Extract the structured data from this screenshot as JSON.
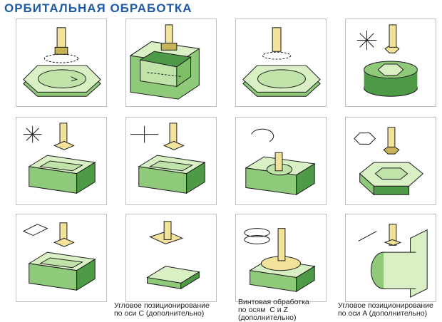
{
  "title": "ОРБИТАЛЬНАЯ ОБРАБОТКА",
  "captions": {
    "c_axis": {
      "line1": "Угловое позиционирование",
      "line2": "по оси C (дополнительно)"
    },
    "helical": {
      "line1": "Винтовая обработка",
      "line2": "по осям  C и Z",
      "line3": "(дополнительно)"
    },
    "a_axis": {
      "line1": "Угловое позиционирование",
      "line2": "по оси A (дополнительно)"
    }
  },
  "colors": {
    "title": "#1f5aa6",
    "part_top": "#d9efc4",
    "part_side": "#8fca7a",
    "part_dark": "#4e9a46",
    "tool": "#f3e29a",
    "tool_dark": "#c9b35a",
    "outline": "#1b1b1b"
  }
}
